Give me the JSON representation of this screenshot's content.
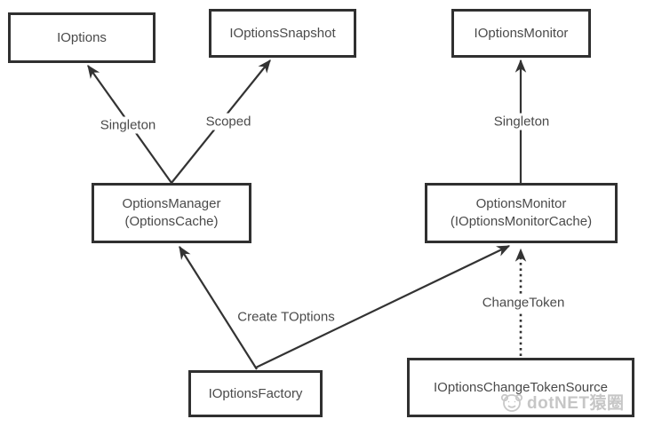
{
  "diagram": {
    "nodes": {
      "ioptions": {
        "label": "IOptions"
      },
      "ioptionsSnapshot": {
        "label": "IOptionsSnapshot"
      },
      "ioptionsMonitor": {
        "label": "IOptionsMonitor"
      },
      "optionsManager": {
        "line1": "OptionsManager",
        "line2": "(OptionsCache)"
      },
      "optionsMonitor": {
        "line1": "OptionsMonitor",
        "line2": "(IOptionsMonitorCache)"
      },
      "ioptionsFactory": {
        "label": "IOptionsFactory"
      },
      "ioptionsChangeTokenSource": {
        "label": "IOptionsChangeTokenSource"
      }
    },
    "edges": {
      "managerToIOptions": {
        "label": "Singleton",
        "style": "solid"
      },
      "managerToSnapshot": {
        "label": "Scoped",
        "style": "solid"
      },
      "monitorToIOptionsMonitor": {
        "label": "Singleton",
        "style": "solid"
      },
      "factoryToManager": {
        "label": "Create TOptions",
        "style": "solid"
      },
      "factoryToMonitor": {
        "label": "",
        "style": "solid"
      },
      "tokenSourceToMonitor": {
        "label": "ChangeToken",
        "style": "dotted"
      }
    },
    "colors": {
      "stroke": "#333333",
      "text": "#4a4a4a",
      "watermark": "#c6c6c6"
    },
    "watermark": {
      "text": "dotNET猿圈"
    }
  }
}
